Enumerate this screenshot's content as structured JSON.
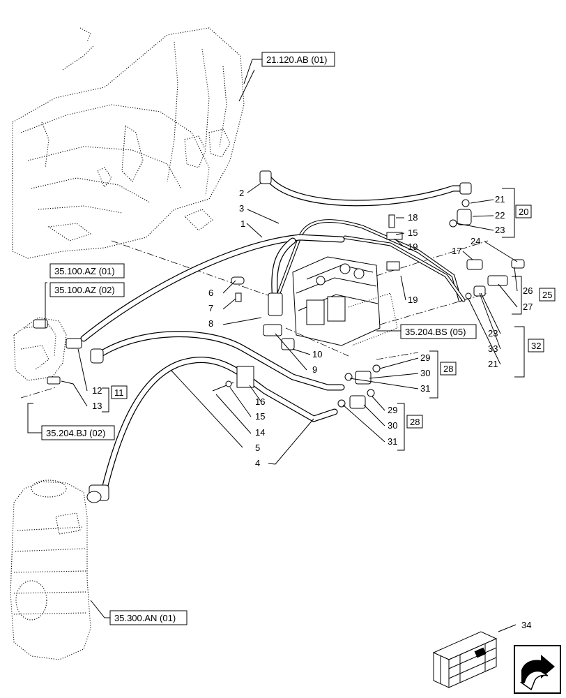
{
  "callouts": [
    {
      "id": "c1",
      "text": "1"
    },
    {
      "id": "c2",
      "text": "2"
    },
    {
      "id": "c3",
      "text": "3"
    },
    {
      "id": "c4",
      "text": "4"
    },
    {
      "id": "c5",
      "text": "5"
    },
    {
      "id": "c6",
      "text": "6"
    },
    {
      "id": "c7",
      "text": "7"
    },
    {
      "id": "c8",
      "text": "8"
    },
    {
      "id": "c9",
      "text": "9"
    },
    {
      "id": "c10",
      "text": "10"
    },
    {
      "id": "c12",
      "text": "12"
    },
    {
      "id": "c13",
      "text": "13"
    },
    {
      "id": "c14",
      "text": "14"
    },
    {
      "id": "c15a",
      "text": "15"
    },
    {
      "id": "c15b",
      "text": "15"
    },
    {
      "id": "c16",
      "text": "16"
    },
    {
      "id": "c17",
      "text": "17"
    },
    {
      "id": "c18",
      "text": "18"
    },
    {
      "id": "c19a",
      "text": "19"
    },
    {
      "id": "c19b",
      "text": "19"
    },
    {
      "id": "c21a",
      "text": "21"
    },
    {
      "id": "c21b",
      "text": "21"
    },
    {
      "id": "c22",
      "text": "22"
    },
    {
      "id": "c23a",
      "text": "23"
    },
    {
      "id": "c23b",
      "text": "23"
    },
    {
      "id": "c24",
      "text": "24"
    },
    {
      "id": "c26",
      "text": "26"
    },
    {
      "id": "c27",
      "text": "27"
    },
    {
      "id": "c29a",
      "text": "29"
    },
    {
      "id": "c29b",
      "text": "29"
    },
    {
      "id": "c30a",
      "text": "30"
    },
    {
      "id": "c30b",
      "text": "30"
    },
    {
      "id": "c31a",
      "text": "31"
    },
    {
      "id": "c31b",
      "text": "31"
    },
    {
      "id": "c33",
      "text": "33"
    },
    {
      "id": "c34",
      "text": "34"
    }
  ],
  "groups": [
    {
      "id": "g11",
      "text": "11"
    },
    {
      "id": "g20",
      "text": "20"
    },
    {
      "id": "g25",
      "text": "25"
    },
    {
      "id": "g28a",
      "text": "28"
    },
    {
      "id": "g28b",
      "text": "28"
    },
    {
      "id": "g32",
      "text": "32"
    }
  ],
  "references": [
    {
      "id": "r1",
      "text": "21.120.AB (01)"
    },
    {
      "id": "r2",
      "text": "35.100.AZ (01)"
    },
    {
      "id": "r3",
      "text": "35.100.AZ (02)"
    },
    {
      "id": "r4",
      "text": "35.204.BS (05)"
    },
    {
      "id": "r5",
      "text": "35.204.BJ (02)"
    },
    {
      "id": "r6",
      "text": "35.300.AN (01)"
    }
  ],
  "icons": {
    "kit": "parts-kit-crate-icon",
    "nav": "next-page-arrow-icon"
  }
}
